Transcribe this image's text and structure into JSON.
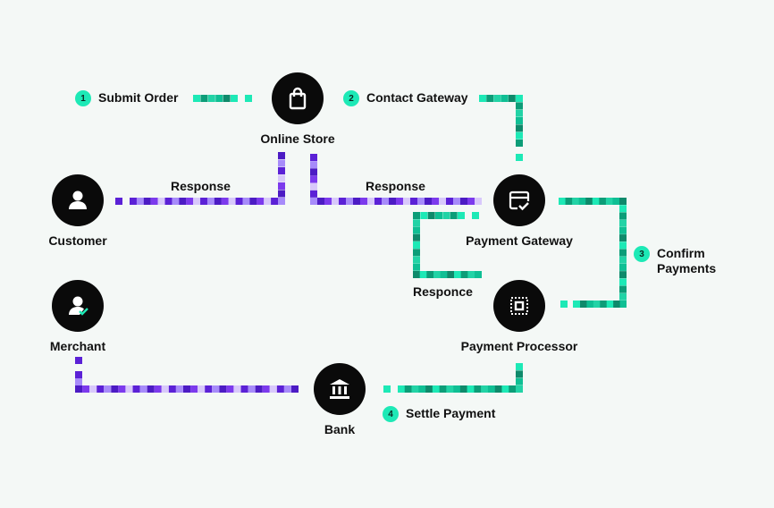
{
  "colors": {
    "background": "#f4f8f6",
    "node_fill": "#0a0a0a",
    "badge": "#1de9b6",
    "teal_path": [
      "#1de9b6",
      "#0fbf94",
      "#0c9d78",
      "#0e8a6b",
      "#22d3a6"
    ],
    "purple_path": [
      "#5b21d6",
      "#7c3aed",
      "#a78bfa",
      "#d8c8fb",
      "#4c1bc4"
    ]
  },
  "nodes": {
    "online_store": {
      "label": "Online Store",
      "icon": "shopping-bag-icon"
    },
    "customer": {
      "label": "Customer",
      "icon": "user-icon"
    },
    "payment_gateway": {
      "label": "Payment Gateway",
      "icon": "card-check-icon"
    },
    "merchant": {
      "label": "Merchant",
      "icon": "user-check-icon"
    },
    "payment_processor": {
      "label": "Payment Processor",
      "icon": "chip-icon"
    },
    "bank": {
      "label": "Bank",
      "icon": "bank-icon"
    }
  },
  "steps": [
    {
      "number": "1",
      "label": "Submit Order"
    },
    {
      "number": "2",
      "label": "Contact Gateway"
    },
    {
      "number": "3",
      "label": "Confirm Payments"
    },
    {
      "number": "4",
      "label": "Settle Payment"
    }
  ],
  "edge_labels": {
    "customer_response": "Response",
    "gateway_response": "Response",
    "processor_responce": "Responce"
  }
}
